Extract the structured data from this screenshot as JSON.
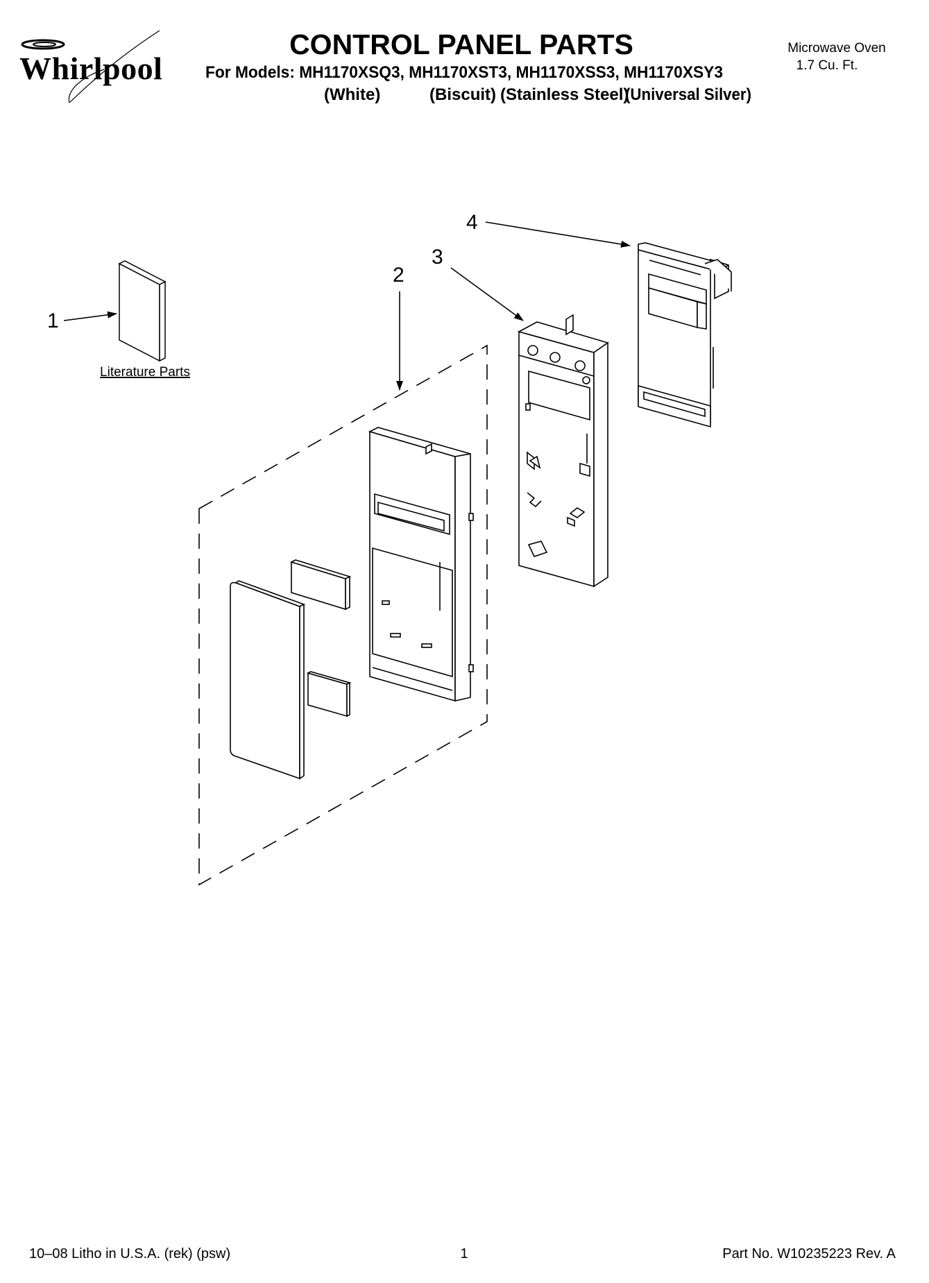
{
  "header": {
    "brand": "Whirlpool",
    "title": "CONTROL PANEL PARTS",
    "models_line": "For Models: MH1170XSQ3, MH1170XST3, MH1170XSS3, MH1170XSY3",
    "color_white": "(White)",
    "color_biscuit": "(Biscuit)",
    "color_stainless": "(Stainless Steel)",
    "color_silver": "(Universal Silver)",
    "product_line1": "Microwave Oven",
    "product_line2": "1.7 Cu. Ft."
  },
  "callouts": [
    "1",
    "2",
    "3",
    "4"
  ],
  "literature_label": "Literature Parts",
  "footer": {
    "litho": "10–08 Litho in U.S.A. (rek) (psw)",
    "page": "1",
    "part_no": "Part No. W10235223 Rev. A"
  }
}
